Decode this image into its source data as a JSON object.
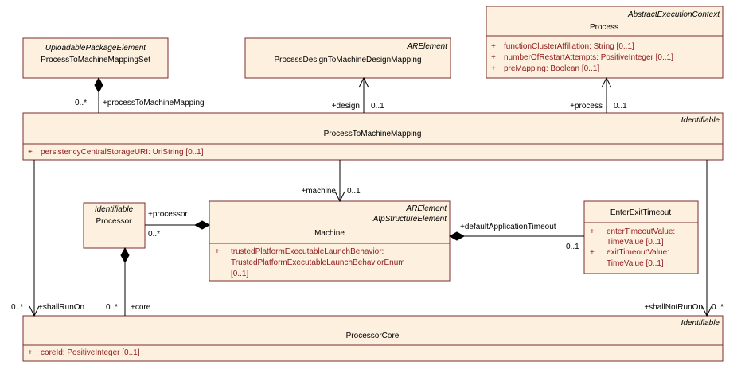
{
  "classes": {
    "upm_set": {
      "stereotype": "UploadablePackageElement",
      "name": "ProcessToMachineMappingSet"
    },
    "pdtmdm": {
      "stereotype": "ARElement",
      "name": "ProcessDesignToMachineDesignMapping"
    },
    "process": {
      "stereotype": "AbstractExecutionContext",
      "name": "Process",
      "attributes": [
        "functionClusterAffiliation: String [0..1]",
        "numberOfRestartAttempts: PositiveInteger [0..1]",
        "preMapping: Boolean [0..1]"
      ]
    },
    "ptmm": {
      "stereotype": "Identifiable",
      "name": "ProcessToMachineMapping",
      "attributes": [
        "persistencyCentralStorageURI: UriString [0..1]"
      ]
    },
    "processor": {
      "stereotype": "Identifiable",
      "name": "Processor"
    },
    "machine": {
      "stereotype": "ARElement",
      "stereotype2": "AtpStructureElement",
      "name": "Machine",
      "attributes": [
        "trustedPlatformExecutableLaunchBehavior:",
        "TrustedPlatformExecutableLaunchBehaviorEnum",
        "[0..1]"
      ]
    },
    "eet": {
      "name": "EnterExitTimeout",
      "attributes": [
        "enterTimeoutValue:",
        "TimeValue [0..1]",
        "exitTimeoutValue:",
        "TimeValue [0..1]"
      ]
    },
    "pcore": {
      "stereotype": "Identifiable",
      "name": "ProcessorCore",
      "attributes": [
        "coreId: PositiveInteger [0..1]"
      ]
    }
  },
  "attribute_marker": "+",
  "edge_labels": {
    "ptm_role": "+processToMachineMapping",
    "ptm_mult": "0..*",
    "design_role": "+design",
    "design_mult": "0..1",
    "process_role": "+process",
    "process_mult": "0..1",
    "machine_role": "+machine",
    "machine_mult": "0..1",
    "processor_role": "+processor",
    "processor_mult": "0..*",
    "dat_role": "+defaultApplicationTimeout",
    "dat_mult": "0..1",
    "shallrunon_role": "+shallRunOn",
    "shallrunon_mult": "0..*",
    "core_role": "+core",
    "core_mult": "0..*",
    "shallnotrunon_role": "+shallNotRunOn",
    "shallnotrunon_mult": "0..*"
  }
}
